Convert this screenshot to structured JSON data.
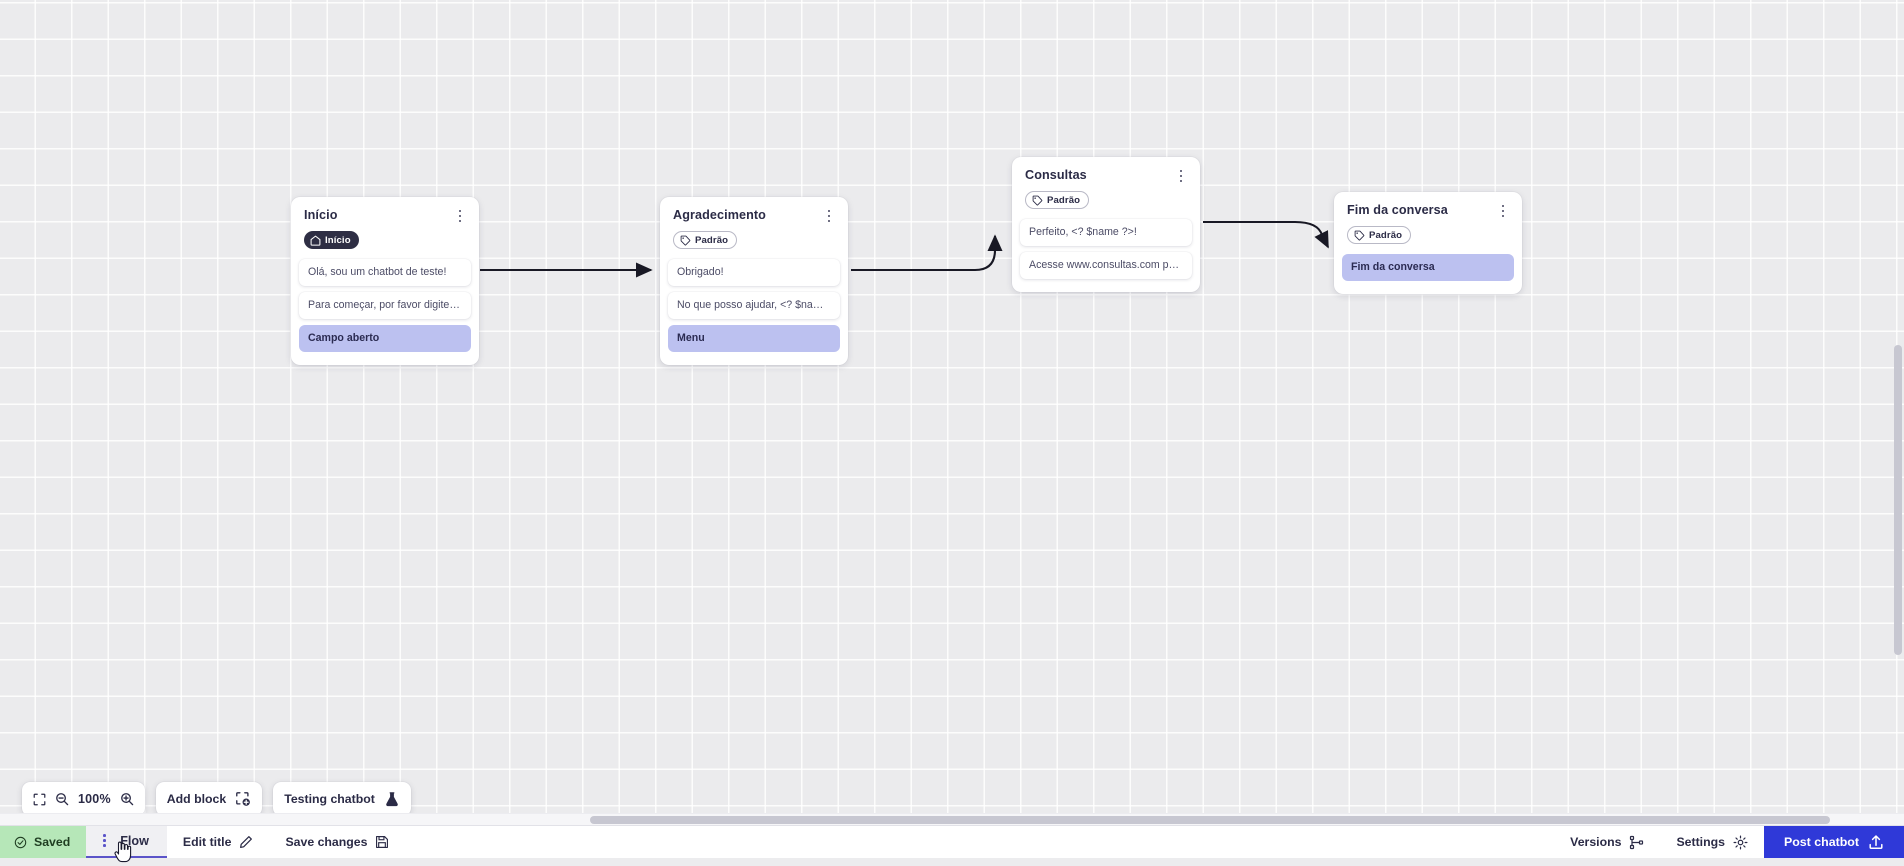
{
  "canvas": {
    "zoom_level": "100%",
    "grid": "dot-grid",
    "background_color": "#ebebed"
  },
  "nodes": [
    {
      "id": "inicio",
      "title": "Início",
      "badge": {
        "label": "Início",
        "icon": "home-icon",
        "style": "dark"
      },
      "messages": [
        {
          "text": "Olá, sou um chatbot de teste!",
          "accent": false
        },
        {
          "text": "Para começar, por favor digite o ...",
          "accent": false
        },
        {
          "text": "Campo aberto",
          "accent": true
        }
      ]
    },
    {
      "id": "agradecimento",
      "title": "Agradecimento",
      "badge": {
        "label": "Padrão",
        "icon": "tag-icon",
        "style": "outline"
      },
      "messages": [
        {
          "text": "Obrigado!",
          "accent": false
        },
        {
          "text": "No que posso ajudar, <? $name ...",
          "accent": false
        },
        {
          "text": "Menu",
          "accent": true
        }
      ]
    },
    {
      "id": "consultas",
      "title": "Consultas",
      "badge": {
        "label": "Padrão",
        "icon": "tag-icon",
        "style": "outline"
      },
      "messages": [
        {
          "text": "Perfeito, <? $name ?>!",
          "accent": false
        },
        {
          "text": "Acesse www.consultas.com par...",
          "accent": false
        }
      ]
    },
    {
      "id": "fim-da-conversa",
      "title": "Fim da conversa",
      "badge": {
        "label": "Padrão",
        "icon": "tag-icon",
        "style": "outline"
      },
      "messages": [
        {
          "text": "Fim da conversa",
          "accent": true
        }
      ]
    }
  ],
  "toolbar": {
    "fit_icon": "fit-screen-icon",
    "zoom_out_icon": "zoom-out-icon",
    "zoom_value": "100%",
    "zoom_in_icon": "zoom-in-icon",
    "add_block_label": "Add block",
    "add_block_icon": "add-block-icon",
    "testing_label": "Testing chatbot",
    "testing_icon": "flask-icon"
  },
  "bottombar": {
    "saved_label": "Saved",
    "saved_icon": "check-circle-icon",
    "saved_color": "#b6e7b8",
    "flow_tab_label": "Flow",
    "flow_tab_kebab": "kebab-icon",
    "edit_title_label": "Edit title",
    "edit_title_icon": "pencil-icon",
    "save_changes_label": "Save changes",
    "save_changes_icon": "floppy-disk-icon",
    "versions_label": "Versions",
    "versions_icon": "branch-icon",
    "settings_label": "Settings",
    "settings_icon": "gear-icon",
    "post_label": "Post chatbot",
    "post_icon": "upload-icon",
    "post_color": "#2f39d8"
  }
}
